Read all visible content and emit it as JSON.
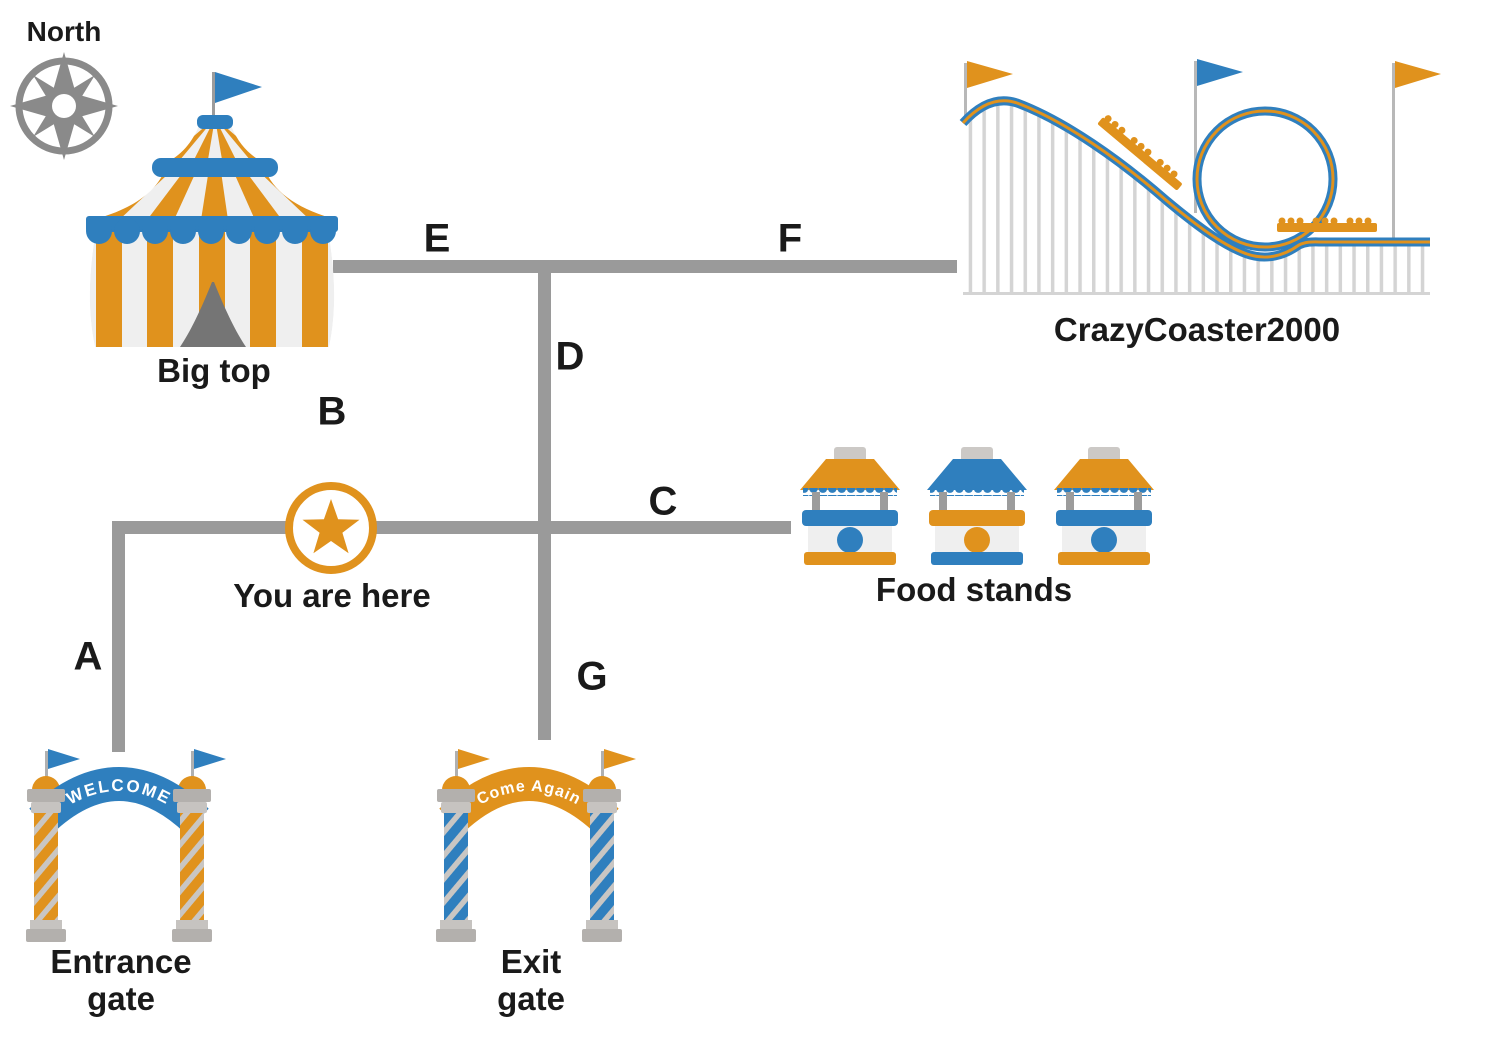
{
  "compass": {
    "label": "North"
  },
  "path_labels": {
    "a": "A",
    "b": "B",
    "c": "C",
    "d": "D",
    "e": "E",
    "f": "F",
    "g": "G"
  },
  "locations": {
    "big_top": {
      "label": "Big top"
    },
    "coaster": {
      "label": "CrazyCoaster2000"
    },
    "food_stands": {
      "label": "Food stands"
    },
    "you_are_here": {
      "label": "You are here"
    },
    "entrance_gate": {
      "label_line1": "Entrance",
      "label_line2": "gate",
      "banner_text": "WELCOME"
    },
    "exit_gate": {
      "label_line1": "Exit",
      "label_line2": "gate",
      "banner_text": "Come Again"
    }
  },
  "colors": {
    "orange": "#E0921D",
    "blue": "#2F7FBE",
    "path_gray": "#9A9A9A",
    "compass_gray": "#8A8A8A",
    "door_gray": "#757575",
    "strut_gray": "#D4D4D4",
    "label_black": "#1A1A1A"
  }
}
